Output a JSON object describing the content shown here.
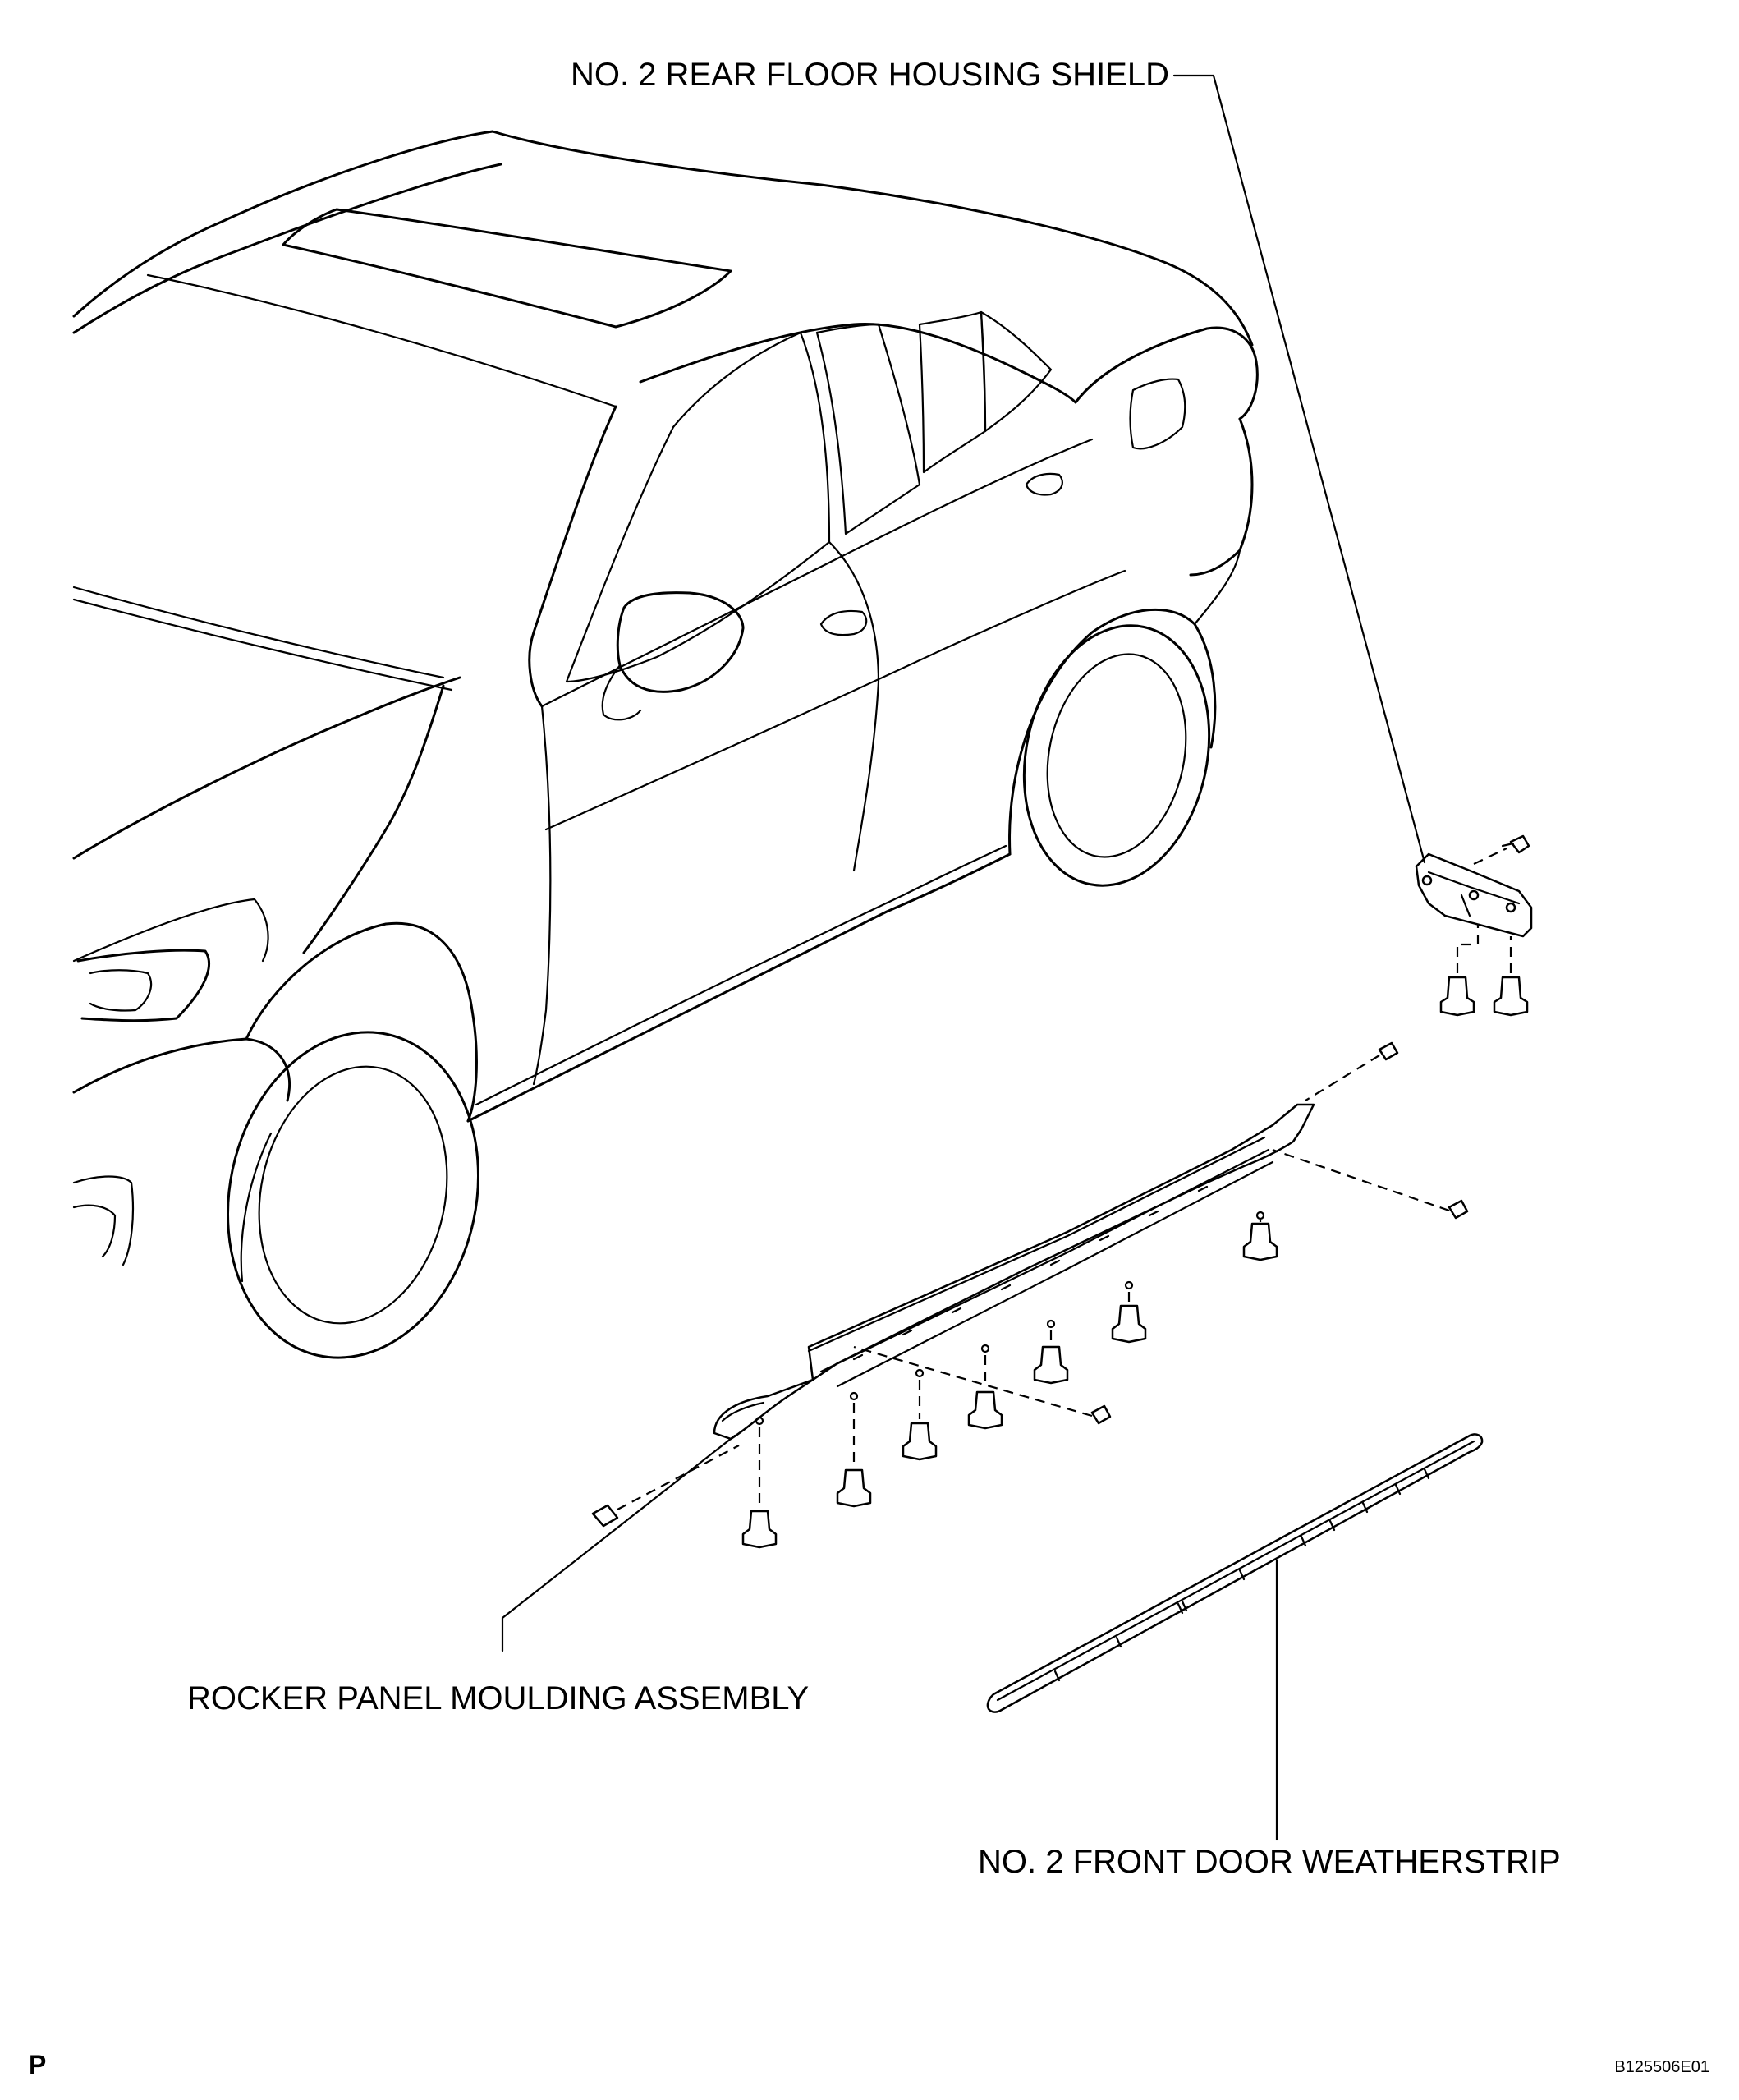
{
  "labels": {
    "rear_floor_housing_shield": "NO. 2 REAR FLOOR HOUSING SHIELD",
    "rocker_panel_moulding": "ROCKER PANEL MOULDING ASSEMBLY",
    "front_door_weatherstrip": "NO. 2 FRONT DOOR WEATHERSTRIP"
  },
  "corner": {
    "left_code": "P",
    "figure_id": "B125506E01"
  }
}
